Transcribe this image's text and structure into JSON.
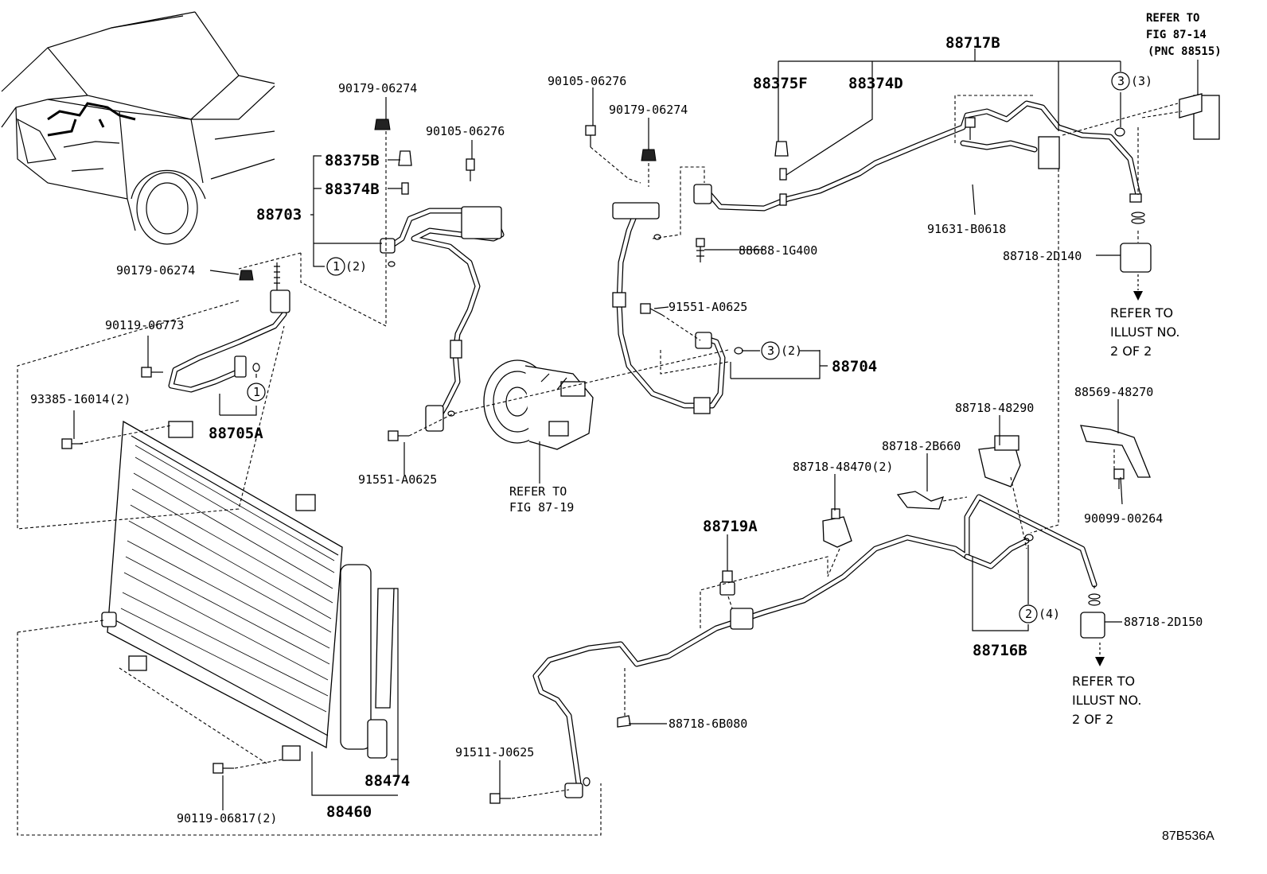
{
  "labels": {
    "l_88717B": "88717B",
    "l_88375F": "88375F",
    "l_88374D": "88374D",
    "l_refer_top_1": "REFER TO",
    "l_refer_top_2": "FIG 87-14",
    "l_refer_top_3": "(PNC 88515)",
    "l_90179_a": "90179-06274",
    "l_90105_a": "90105-06276",
    "l_90105_b": "90105-06276",
    "l_90179_b": "90179-06274",
    "l_88375B": "88375B",
    "l_88374B": "88374B",
    "l_88703": "88703",
    "l_circ1_qty": "(2)",
    "l_circ1_num": "1",
    "l_90179_c": "90179-06274",
    "l_90119_a": "90119-06773",
    "l_88705A": "88705A",
    "l_circ1b_num": "1",
    "l_93385": "93385-16014(2)",
    "l_91551_a": "91551-A0625",
    "l_refer_comp_1": "REFER TO",
    "l_refer_comp_2": "FIG 87-19",
    "l_88688": "88688-1G400",
    "l_91551_b": "91551-A0625",
    "l_88704": "88704",
    "l_circ3b_num": "3",
    "l_circ3b_qty": "(2)",
    "l_circ3a_num": "3",
    "l_circ3a_qty": "(3)",
    "l_91631": "91631-B0618",
    "l_88718_2D140": "88718-2D140",
    "l_refer_r1_1": "REFER TO",
    "l_refer_r1_2": "ILLUST NO.",
    "l_refer_r1_3": "2 OF 2",
    "l_88569": "88569-48270",
    "l_88718_48290": "88718-48290",
    "l_88718_2B660": "88718-2B660",
    "l_88718_48470": "88718-48470(2)",
    "l_88719A": "88719A",
    "l_90099": "90099-00264",
    "l_88718_2D150": "88718-2D150",
    "l_circ2_num": "2",
    "l_circ2_qty": "(4)",
    "l_88716B": "88716B",
    "l_refer_r2_1": "REFER TO",
    "l_refer_r2_2": "ILLUST NO.",
    "l_refer_r2_3": "2 OF 2",
    "l_88718_6B080": "88718-6B080",
    "l_91511": "91511-J0625",
    "l_88474": "88474",
    "l_88460": "88460",
    "l_90119_b": "90119-06817(2)",
    "l_diagram_code": "87B536A"
  }
}
